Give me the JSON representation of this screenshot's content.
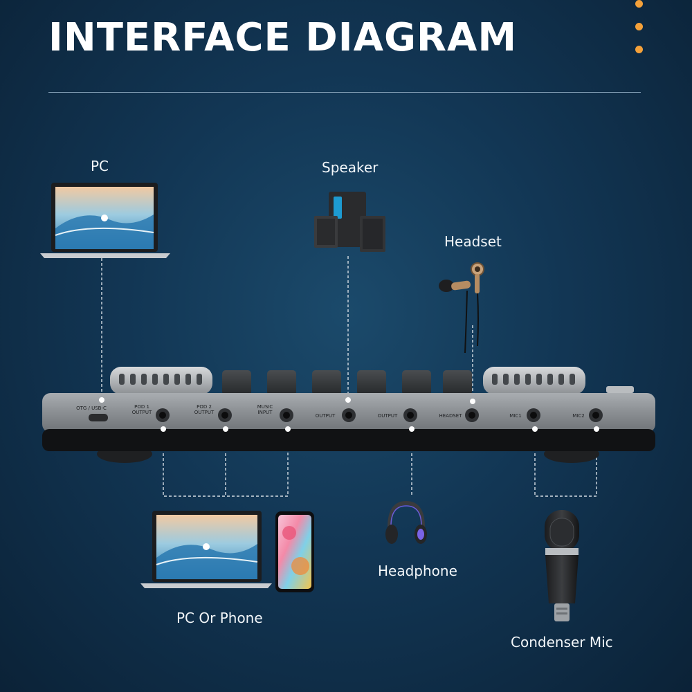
{
  "title": "INTERFACE DIAGRAM",
  "devices": {
    "pc": "PC",
    "speaker": "Speaker",
    "headset": "Headset",
    "pc_or_phone": "PC Or Phone",
    "headphone": "Headphone",
    "condenser_mic": "Condenser Mic"
  },
  "ports": {
    "otg": "OTG / USB-C",
    "pod1": "POD 1 OUTPUT",
    "pod2": "POD 2 OUTPUT",
    "music": "MUSIC INPUT",
    "output1": "OUTPUT",
    "output2": "OUTPUT",
    "headset": "HEADSET",
    "mic1": "MIC1",
    "mic2": "MIC2"
  },
  "colors": {
    "accent_dots": "#f4a13a",
    "background": "#123654",
    "device_body": "#8e9296"
  }
}
